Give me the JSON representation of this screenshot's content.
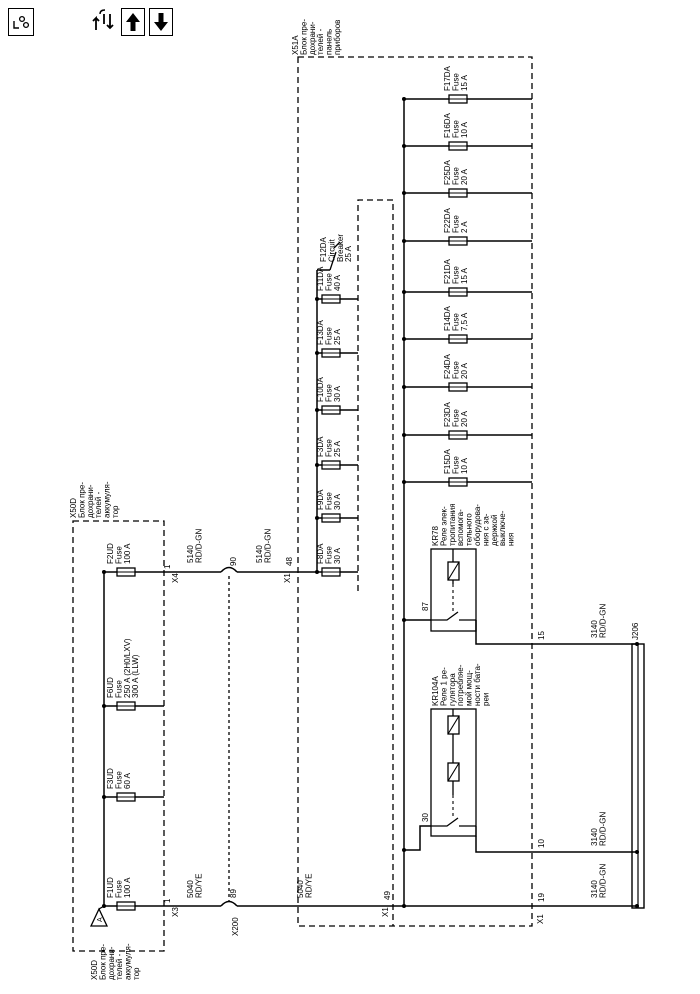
{
  "toolbar": {
    "legend_icon": "legend-icon",
    "harness_icon": "circuit-connector-icon",
    "up_icon": "arrow-up-icon",
    "down_icon": "arrow-down-icon"
  },
  "modules": {
    "x51a": [
      "X51A",
      "Блок пре-",
      "дохрани-",
      "телей -",
      "панель",
      "приборов"
    ],
    "x50d_top": [
      "X50D",
      "Блок пре-",
      "дохрани-",
      "телей -",
      "аккумуля-",
      "тор"
    ],
    "x50d_ground": [
      "X50D",
      "Блок пре-",
      "дохрани-",
      "телей -",
      "аккумуля-",
      "тор"
    ],
    "ground_letter": "A"
  },
  "fuses_battery": [
    {
      "lines": [
        "F1UD",
        "Fuse",
        "100 A"
      ]
    },
    {
      "lines": [
        "F3UD",
        "Fuse",
        "60 A"
      ]
    },
    {
      "lines": [
        "F6UD",
        "Fuse",
        "250 A (2H0/LXV)",
        "300 A (LLW)"
      ]
    },
    {
      "lines": [
        "F2UD",
        "Fuse",
        "100 A"
      ]
    }
  ],
  "fuses_panel_top": [
    {
      "lines": [
        "F8DA",
        "Fuse",
        "30 A"
      ]
    },
    {
      "lines": [
        "F9DA",
        "Fuse",
        "30 A"
      ]
    },
    {
      "lines": [
        "F3DA",
        "Fuse",
        "25 A"
      ]
    },
    {
      "lines": [
        "F10DA",
        "Fuse",
        "30 A"
      ]
    },
    {
      "lines": [
        "F13DA",
        "Fuse",
        "25 A"
      ]
    },
    {
      "lines": [
        "F11DA",
        "Fuse",
        "40 A"
      ]
    }
  ],
  "breaker": [
    "F12DA",
    "Circuit",
    "Breaker",
    "25 A"
  ],
  "fuses_panel_right": [
    {
      "lines": [
        "F15DA",
        "Fuse",
        "10 A"
      ]
    },
    {
      "lines": [
        "F23DA",
        "Fuse",
        "20 A"
      ]
    },
    {
      "lines": [
        "F24DA",
        "Fuse",
        "20 A"
      ]
    },
    {
      "lines": [
        "F14DA",
        "Fuse",
        "7,5 A"
      ]
    },
    {
      "lines": [
        "F21DA",
        "Fuse",
        "15 A"
      ]
    },
    {
      "lines": [
        "F22DA",
        "Fuse",
        "2 A"
      ]
    },
    {
      "lines": [
        "F25DA",
        "Fuse",
        "20 A"
      ]
    },
    {
      "lines": [
        "F16DA",
        "Fuse",
        "10 A"
      ]
    },
    {
      "lines": [
        "F17DA",
        "Fuse",
        "15 A"
      ]
    }
  ],
  "relay_kr78": [
    "KR78",
    "Реле элек-",
    "тропитания",
    "вспомога-",
    "тельного",
    "оборудова-",
    "ния с за-",
    "держкой",
    "выключе-",
    "ния"
  ],
  "relay_kr104a": [
    "KR104A",
    "Реле 1 ре-",
    "гулятора",
    "потребляе-",
    "мой мощ-",
    "ности бата-",
    "реи"
  ],
  "connectors": {
    "x4": "X4",
    "x3": "X3",
    "x1": "X1",
    "x200": "X200",
    "j206": "J206"
  },
  "pins": {
    "x4_1": "1",
    "x3_1": "1",
    "p90": "90",
    "p89": "89",
    "p48": "48",
    "p49": "49",
    "p15": "15",
    "p10": "10",
    "p19": "19",
    "p87": "87",
    "p30": "30"
  },
  "wires": {
    "w5140_a": [
      "5140",
      "RD/D-GN"
    ],
    "w5140_b": [
      "5140",
      "RD/D-GN"
    ],
    "w5040_a": [
      "5040",
      "RD/YE"
    ],
    "w5040_b": [
      "5040",
      "RD/YE"
    ],
    "w3140_a": [
      "3140",
      "RD/D-GN"
    ],
    "w3140_b": [
      "3140",
      "RD/D-GN"
    ],
    "w3140_c": [
      "3140",
      "RD/D-GN"
    ]
  }
}
